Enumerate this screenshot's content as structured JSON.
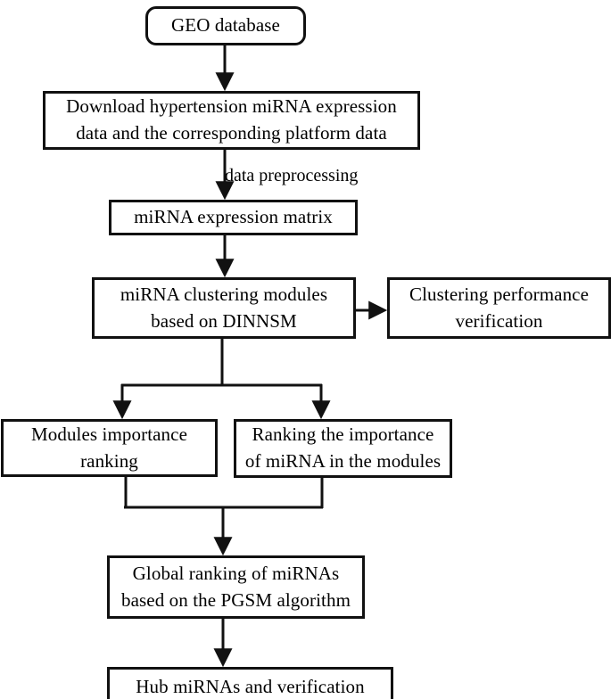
{
  "diagram": {
    "title": "miRNA hypertension analysis workflow",
    "colors": {
      "stroke": "#111111",
      "fill": "#ffffff",
      "text": "#000000"
    },
    "nodes": {
      "geo_database": "GEO database",
      "download": "Download hypertension miRNA expression\ndata and the corresponding platform data",
      "expression_matrix": "miRNA expression matrix",
      "clustering_modules": "miRNA clustering modules\nbased on DINNSM",
      "clustering_performance": "Clustering performance\nverification",
      "modules_importance": "Modules importance\nranking",
      "mirna_importance": "Ranking the importance\nof miRNA in the modules",
      "global_ranking": "Global ranking of miRNAs\nbased on the PGSM algorithm",
      "hub_mirnas": "Hub miRNAs and verification"
    },
    "edge_labels": {
      "preprocessing": "data preprocessing"
    }
  }
}
